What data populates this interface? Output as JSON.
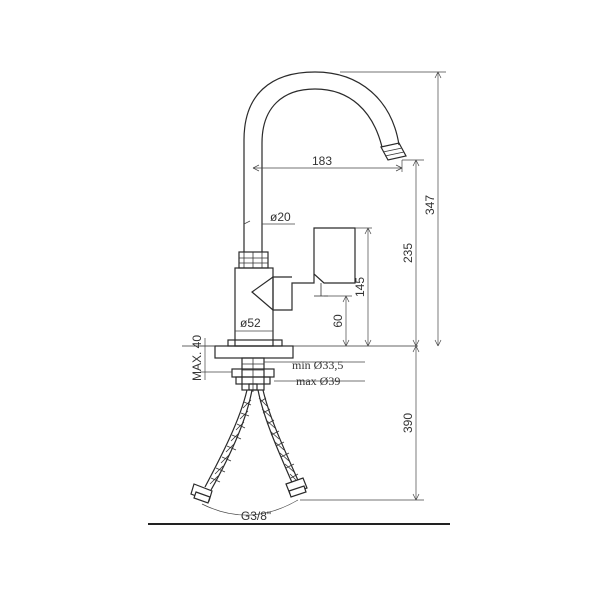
{
  "dimensions": {
    "reach": "183",
    "spout_diameter": "ø20",
    "spout_height": "235",
    "total_height": "347",
    "lever_height": "145",
    "lever_base": "60",
    "body_diameter": "ø52",
    "max_thickness": "MAX. 40",
    "hole_min": "min Ø33,5",
    "hole_max": "max Ø39",
    "hose_length": "390",
    "thread": "G3/8\""
  }
}
